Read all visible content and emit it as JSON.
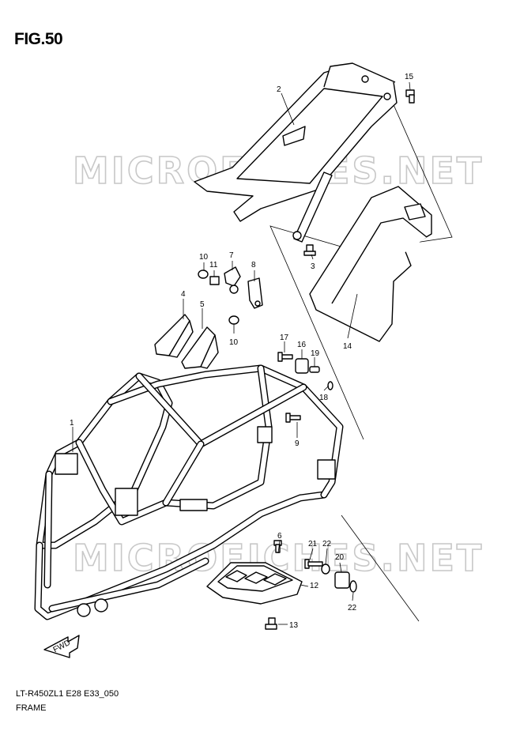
{
  "figure": {
    "title": "FIG.50"
  },
  "footer": {
    "code": "LT-R450ZL1 E28 E33_050",
    "name": "FRAME"
  },
  "watermark": {
    "text": "MICROFICHES.NET",
    "color": "#c8c8c8"
  },
  "fwd_label": "FWD",
  "callouts": [
    {
      "id": "1",
      "label": "1"
    },
    {
      "id": "2",
      "label": "2"
    },
    {
      "id": "3",
      "label": "3"
    },
    {
      "id": "4",
      "label": "4"
    },
    {
      "id": "5",
      "label": "5"
    },
    {
      "id": "6",
      "label": "6"
    },
    {
      "id": "7",
      "label": "7"
    },
    {
      "id": "8",
      "label": "8"
    },
    {
      "id": "9",
      "label": "9"
    },
    {
      "id": "10a",
      "label": "10"
    },
    {
      "id": "10b",
      "label": "10"
    },
    {
      "id": "11",
      "label": "11"
    },
    {
      "id": "12",
      "label": "12"
    },
    {
      "id": "13",
      "label": "13"
    },
    {
      "id": "14",
      "label": "14"
    },
    {
      "id": "15",
      "label": "15"
    },
    {
      "id": "16",
      "label": "16"
    },
    {
      "id": "17",
      "label": "17"
    },
    {
      "id": "18",
      "label": "18"
    },
    {
      "id": "19",
      "label": "19"
    },
    {
      "id": "20",
      "label": "20"
    },
    {
      "id": "21",
      "label": "21"
    },
    {
      "id": "22a",
      "label": "22"
    },
    {
      "id": "22b",
      "label": "22"
    }
  ]
}
